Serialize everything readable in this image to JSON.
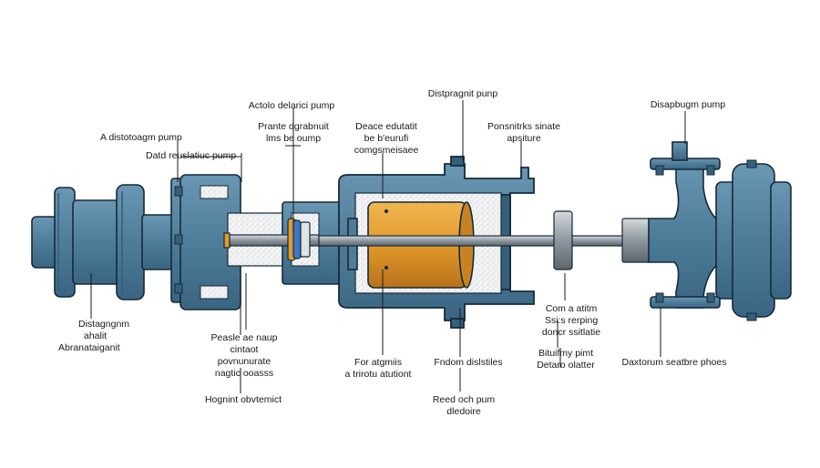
{
  "labels": {
    "l1": [
      "A distotoagm pump"
    ],
    "l2": [
      "Datd reuslatiuc pump"
    ],
    "l3": [
      "Actolo delarici pump"
    ],
    "l4": [
      "Prante dgrabnuit",
      "lms be oump"
    ],
    "l5": [
      "Deace edutatit",
      "be b'eurufi",
      "comgsmeisaee"
    ],
    "l6": [
      "Distpragnit punp"
    ],
    "l7": [
      "Ponsnitrks sinate",
      "apsiture"
    ],
    "l8": [
      "Disapbugm pump"
    ],
    "l9": [
      "Distagngnm",
      "ahalit",
      "Abranataiganit"
    ],
    "l10": [
      "Peasle ae naup",
      "cintaot",
      "povnunurate",
      "nagtic ooasss"
    ],
    "l11": [
      "Hognint obvtemict"
    ],
    "l12": [
      "For atgmiis",
      "a trirotu atutiont"
    ],
    "l13": [
      "Fndom dislstiles"
    ],
    "l14": [
      "Reed och pum",
      "dledoire"
    ],
    "l15": [
      "Com a atitm",
      "Ssi:s rerping",
      "doncr ssitlatie"
    ],
    "l16": [
      "Bituifmy pimt",
      "Detaro olatter"
    ],
    "l17": [
      "Daxtorum seatbre phoes"
    ]
  },
  "colors": {
    "housing": "#4f7d99",
    "housing_dark": "#35607a",
    "outline": "#152a3a",
    "magnet": "#e29a2c",
    "magnet_dark": "#b46d14",
    "shaft": "#9aa3aa",
    "cavity": "#eef0f1",
    "blue_ring": "#3f77c4"
  }
}
